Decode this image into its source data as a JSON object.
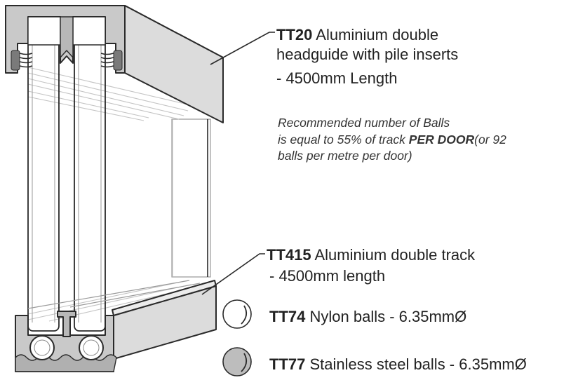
{
  "labels": {
    "headguide": {
      "code": "TT20",
      "line1": "Aluminium double",
      "line2": "headguide with pile inserts",
      "line3": "- 4500mm Length"
    },
    "note": {
      "part1": "Recommended number of Balls",
      "part2": "is equal to 55% of track ",
      "emphasis": "PER DOOR",
      "part3": "(or 92 balls per metre per door)"
    },
    "track": {
      "code": "TT415",
      "line1": "Aluminium double track",
      "line2": "- 4500mm length"
    },
    "nylon_balls": {
      "code": "TT74",
      "text": "Nylon balls - 6.35mmØ"
    },
    "steel_balls": {
      "code": "TT77",
      "text": "Stainless steel balls - 6.35mmØ"
    }
  },
  "colors": {
    "aluminium": "#dcdcdc",
    "aluminium_light": "#ececec",
    "aluminium_dark": "#a8a8a8",
    "outline": "#2a2a2a",
    "pile": "#7a7a7a",
    "nylon_ball": "#ffffff",
    "steel_ball": "#bdbdbd"
  }
}
